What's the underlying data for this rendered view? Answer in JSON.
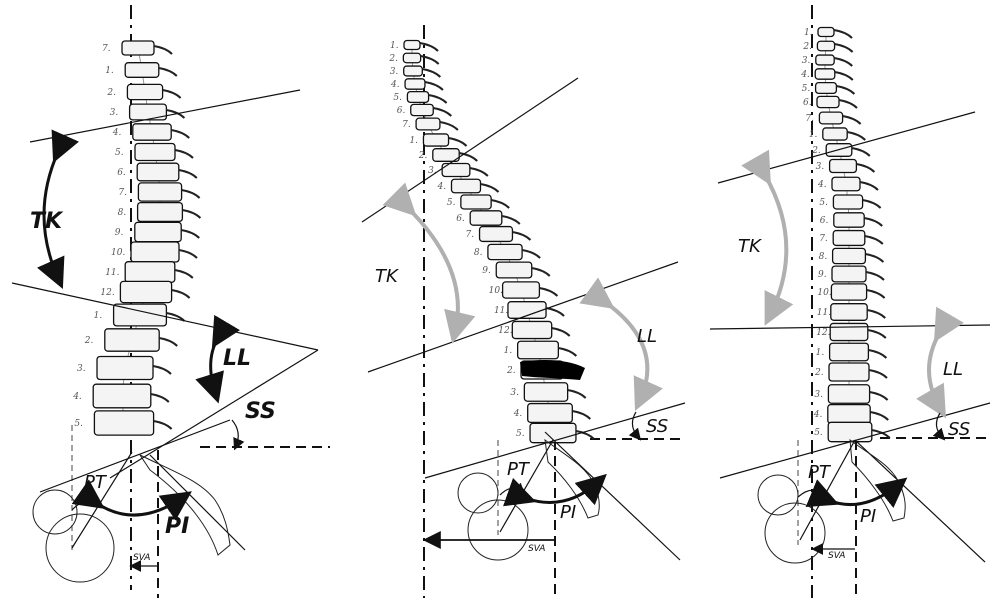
{
  "panels": [
    {
      "id": "panel-1",
      "labels": {
        "tk": "TK",
        "ll": "LL",
        "ss": "SS",
        "pt": "PT",
        "pi": "PI",
        "sva": "SVA"
      },
      "arrow_color": "#111111",
      "vertebra_numbers": [
        "7.",
        "1.",
        "2.",
        "3.",
        "4.",
        "5.",
        "6.",
        "7.",
        "8.",
        "9.",
        "10.",
        "11.",
        "12.",
        "1.",
        "2.",
        "3.",
        "4.",
        "5."
      ]
    },
    {
      "id": "panel-2",
      "labels": {
        "tk": "TK",
        "ll": "LL",
        "ss": "SS",
        "pt": "PT",
        "pi": "PI",
        "sva": "SVA"
      },
      "arrow_color": "#b0b0b0",
      "vertebra_numbers": [
        "1.",
        "2.",
        "3.",
        "4.",
        "5.",
        "6.",
        "7.",
        "1.",
        "2.",
        "3.",
        "4.",
        "5.",
        "6.",
        "7.",
        "8.",
        "9.",
        "10.",
        "11.",
        "12.",
        "1.",
        "2.",
        "3.",
        "4.",
        "5."
      ]
    },
    {
      "id": "panel-3",
      "labels": {
        "tk": "TK",
        "ll": "LL",
        "ss": "SS",
        "pt": "PT",
        "pi": "PI",
        "sva": "SVA"
      },
      "arrow_color": "#b0b0b0",
      "vertebra_numbers": [
        "1.",
        "2.",
        "3.",
        "4.",
        "5.",
        "6.",
        "7.",
        "1.",
        "2.",
        "3.",
        "4.",
        "5.",
        "6.",
        "7.",
        "8.",
        "9.",
        "10.",
        "11.",
        "12.",
        "1.",
        "2.",
        "3.",
        "4.",
        "5."
      ]
    }
  ]
}
